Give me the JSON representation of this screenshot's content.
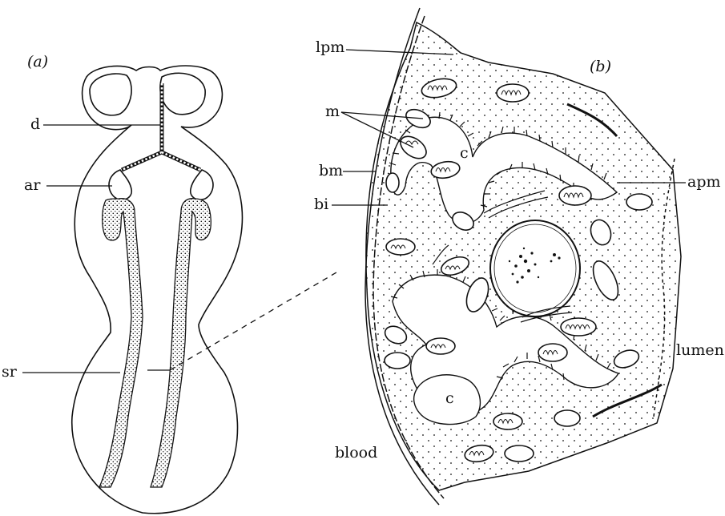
{
  "panel_a": {
    "label": "(a)",
    "labels": {
      "d": "d",
      "ar": "ar",
      "sr": "sr"
    }
  },
  "panel_b": {
    "label": "(b)",
    "labels": {
      "lpm": "lpm",
      "m": "m",
      "bm": "bm",
      "bi": "bi",
      "apm": "apm",
      "c_top": "c",
      "c_bottom": "c",
      "lumen": "lumen",
      "blood": "blood"
    }
  },
  "colors": {
    "ink": "#111111",
    "paper": "#ffffff"
  }
}
